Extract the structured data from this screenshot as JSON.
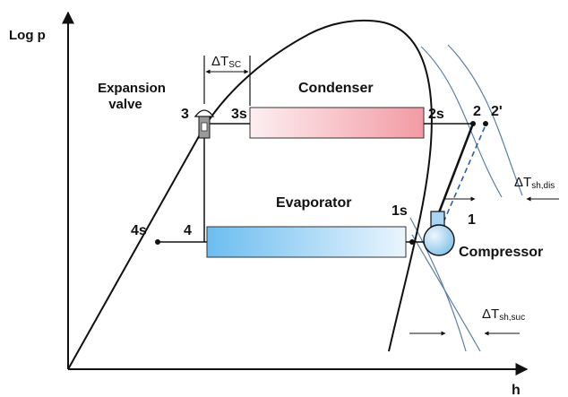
{
  "axes": {
    "y_label": "Log p",
    "x_label": "h"
  },
  "components": {
    "expansion_valve_line1": "Expansion",
    "expansion_valve_line2": "valve",
    "condenser": "Condenser",
    "evaporator": "Evaporator",
    "compressor": "Compressor"
  },
  "points": {
    "p3": "3",
    "p3s": "3s",
    "p2s": "2s",
    "p2": "2",
    "p2prime": "2'",
    "p4s": "4s",
    "p4": "4",
    "p1s": "1s",
    "p1": "1"
  },
  "annotations": {
    "dt_sc_main": "ΔT",
    "dt_sc_sub": "SC",
    "dt_dis_main": "ΔT",
    "dt_dis_sub": "sh,dis",
    "dt_suc_main": "ΔT",
    "dt_suc_sub": "sh,suc"
  },
  "colors": {
    "axis": "#111111",
    "dome": "#111111",
    "isotherm": "#5b7fa8",
    "dashed_line": "#2a5ea8",
    "condenser_fill_start": "#f39aa4",
    "condenser_fill_end": "#fdeff1",
    "evaporator_fill_start": "#6cbdf0",
    "evaporator_fill_end": "#eaf5fd"
  }
}
